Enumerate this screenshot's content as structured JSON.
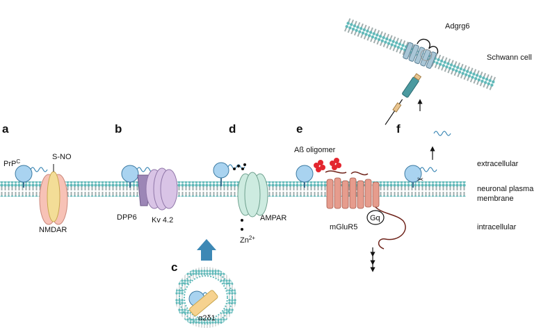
{
  "panels": {
    "a": "a",
    "b": "b",
    "c": "c",
    "d": "d",
    "e": "e",
    "f": "f"
  },
  "labels": {
    "prp_main": "PrP",
    "prp_sup": "C",
    "sno": "S-NO",
    "nmdar": "NMDAR",
    "dpp6": "DPP6",
    "kv42": "Kv 4.2",
    "alpha2delta1": "α2δ1",
    "ampar": "AMPAR",
    "zn_main": "Zn",
    "zn_sup": "2+",
    "abeta": "Aß oligomer",
    "mglur5": "mGluR5",
    "gq": "Gq",
    "adgrg6": "Adgrg6"
  },
  "side_labels": {
    "schwann": "Schwann cell",
    "extracellular": "extracellular",
    "membrane_line1": "neuronal plasma",
    "membrane_line2": "membrane",
    "intracellular": "intracellular"
  },
  "colors": {
    "membrane_head": "#5fb8b8",
    "membrane_tail": "#7a8c8c",
    "prp": "#a9d3f0",
    "nmdar_outer": "#f7c2b6",
    "nmdar_inner": "#f3dd97",
    "dpp6": "#9c86b6",
    "kv42": "#d9c4e6",
    "ampar": "#cdebe0",
    "mglur5": "#e69c8d",
    "abeta": "#e3262f",
    "adgrg6": "#a9c6d6",
    "arrow_blue": "#3d88b5",
    "alpha2delta1": "#f6d28f"
  }
}
